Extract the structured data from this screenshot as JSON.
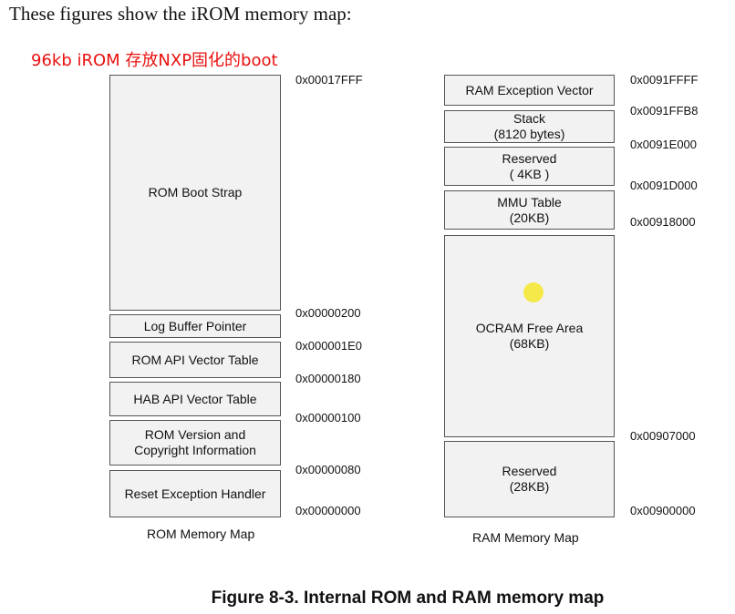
{
  "intro_text": "These figures show the iROM memory map:",
  "annotation": "96kb iROM 存放NXP固化的boot",
  "rom": {
    "caption": "ROM Memory Map",
    "regions": [
      {
        "lines": [
          "ROM Boot Strap"
        ]
      },
      {
        "lines": [
          "Log Buffer Pointer"
        ]
      },
      {
        "lines": [
          "ROM API Vector Table"
        ]
      },
      {
        "lines": [
          "HAB API Vector Table"
        ]
      },
      {
        "lines": [
          "ROM Version and",
          "Copyright Information"
        ]
      },
      {
        "lines": [
          "Reset Exception Handler"
        ]
      }
    ],
    "addresses": [
      "0x00017FFF",
      "0x00000200",
      "0x000001E0",
      "0x00000180",
      "0x00000100",
      "0x00000080",
      "0x00000000"
    ]
  },
  "ram": {
    "caption": "RAM Memory Map",
    "regions": [
      {
        "lines": [
          "RAM Exception Vector"
        ]
      },
      {
        "lines": [
          "Stack",
          "(8120 bytes)"
        ]
      },
      {
        "lines": [
          "Reserved",
          "( 4KB )"
        ]
      },
      {
        "lines": [
          "MMU Table",
          "(20KB)"
        ]
      },
      {
        "lines": [
          "OCRAM Free Area",
          "(68KB)"
        ]
      },
      {
        "lines": [
          "Reserved",
          "(28KB)"
        ]
      }
    ],
    "addresses": [
      "0x0091FFFF",
      "0x0091FFB8",
      "0x0091E000",
      "0x0091D000",
      "0x00918000",
      "0x00907000",
      "0x00900000"
    ]
  },
  "figure_title": "Figure 8-3. Internal ROM and RAM memory map"
}
